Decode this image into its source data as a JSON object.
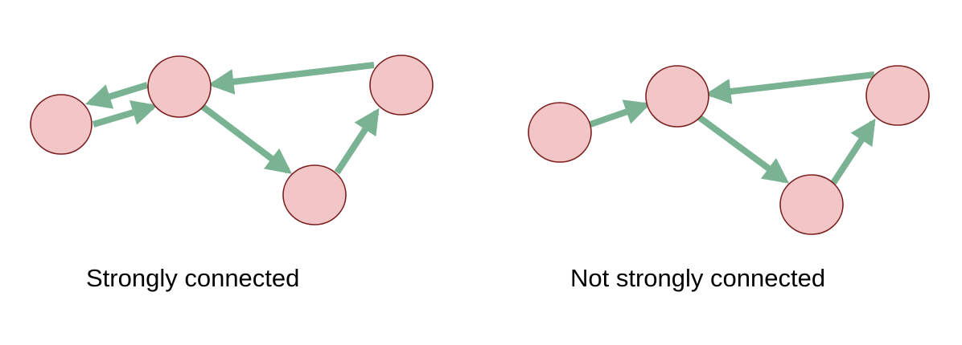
{
  "diagrams": [
    {
      "caption": "Strongly connected",
      "node_count": 4,
      "edges": [
        {
          "from": 0,
          "to": 1
        },
        {
          "from": 1,
          "to": 0
        },
        {
          "from": 1,
          "to": 2
        },
        {
          "from": 2,
          "to": 3
        },
        {
          "from": 3,
          "to": 1
        }
      ]
    },
    {
      "caption": "Not strongly connected",
      "node_count": 4,
      "edges": [
        {
          "from": 0,
          "to": 1
        },
        {
          "from": 1,
          "to": 2
        },
        {
          "from": 2,
          "to": 3
        },
        {
          "from": 3,
          "to": 1
        }
      ]
    }
  ],
  "colors": {
    "node_fill": "#f2c6c6",
    "node_stroke": "#7a1f1f",
    "edge": "#7ab394"
  }
}
